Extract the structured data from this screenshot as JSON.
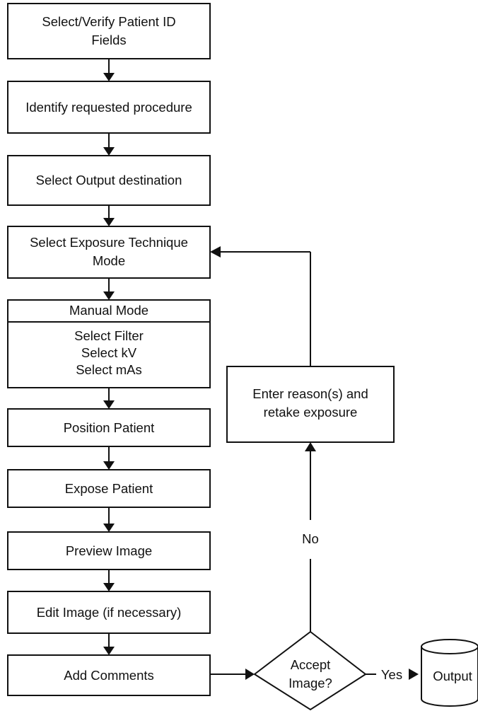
{
  "steps": {
    "patient_id": [
      "Select/Verify Patient ID",
      "Fields"
    ],
    "procedure": [
      "Identify requested procedure"
    ],
    "output_dest": [
      "Select Output destination"
    ],
    "technique": [
      "Select Exposure Technique",
      "Mode"
    ],
    "manual_title": "Manual Mode",
    "manual_items": [
      "Select Filter",
      "Select kV",
      "Select mAs"
    ],
    "position": [
      "Position Patient"
    ],
    "expose": [
      "Expose Patient"
    ],
    "preview": [
      "Preview Image"
    ],
    "edit": [
      "Edit Image (if necessary)"
    ],
    "comments": [
      "Add Comments"
    ],
    "retake": [
      "Enter reason(s) and",
      "retake exposure"
    ]
  },
  "decision": [
    "Accept",
    "Image?"
  ],
  "edges": {
    "no": "No",
    "yes": "Yes"
  },
  "output": "Output"
}
